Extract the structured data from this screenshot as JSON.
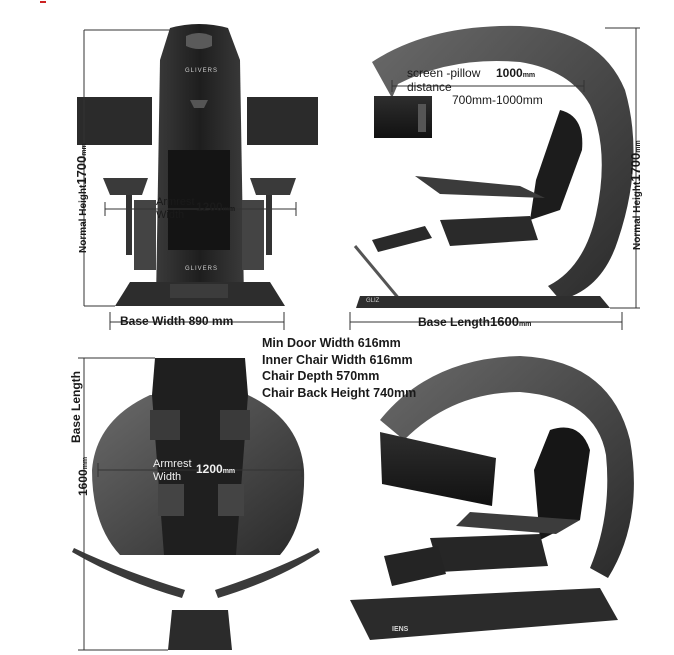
{
  "front_view": {
    "height_label": "Normal Height",
    "height_value": "1700",
    "height_unit": "mm",
    "armrest_label_line1": "Armrest",
    "armrest_label_line2": "Width",
    "armrest_value": "1200",
    "armrest_unit": "mm",
    "base_label": "Base",
    "base_width_text": "Width 890 mm",
    "brand_top": "GLIVERS",
    "brand_bottom": "GLIVERS"
  },
  "side_view": {
    "screen_label_line1": "screen -pillow",
    "screen_label_line2": "distance",
    "screen_value": "1000",
    "screen_unit": "mm",
    "screen_range": "700mm-1000mm",
    "height_label": "Normal Height",
    "height_value": "1700",
    "height_unit": "mm",
    "base_length_label": "Base Length",
    "base_length_value": "1600",
    "base_length_unit": "mm",
    "base_logo": "GLIZ"
  },
  "top_view": {
    "length_label": "Base Length",
    "length_value": "1600",
    "length_unit": "mm",
    "armrest_label_line1": "Armrest",
    "armrest_label_line2": "Width",
    "armrest_value": "1200",
    "armrest_unit": "mm"
  },
  "specs": [
    "Min Door Width 616mm",
    "Inner Chair Width 616mm",
    "Chair Depth 570mm",
    "Chair Back  Height 740mm"
  ],
  "perspective_view": {
    "base_logo": "IENS"
  },
  "colors": {
    "chair_dark": "#2a2a2a",
    "chair_mid": "#4a4a4a",
    "chair_light": "#7a7a7a",
    "dimension_line": "#333333",
    "background": "#ffffff"
  }
}
